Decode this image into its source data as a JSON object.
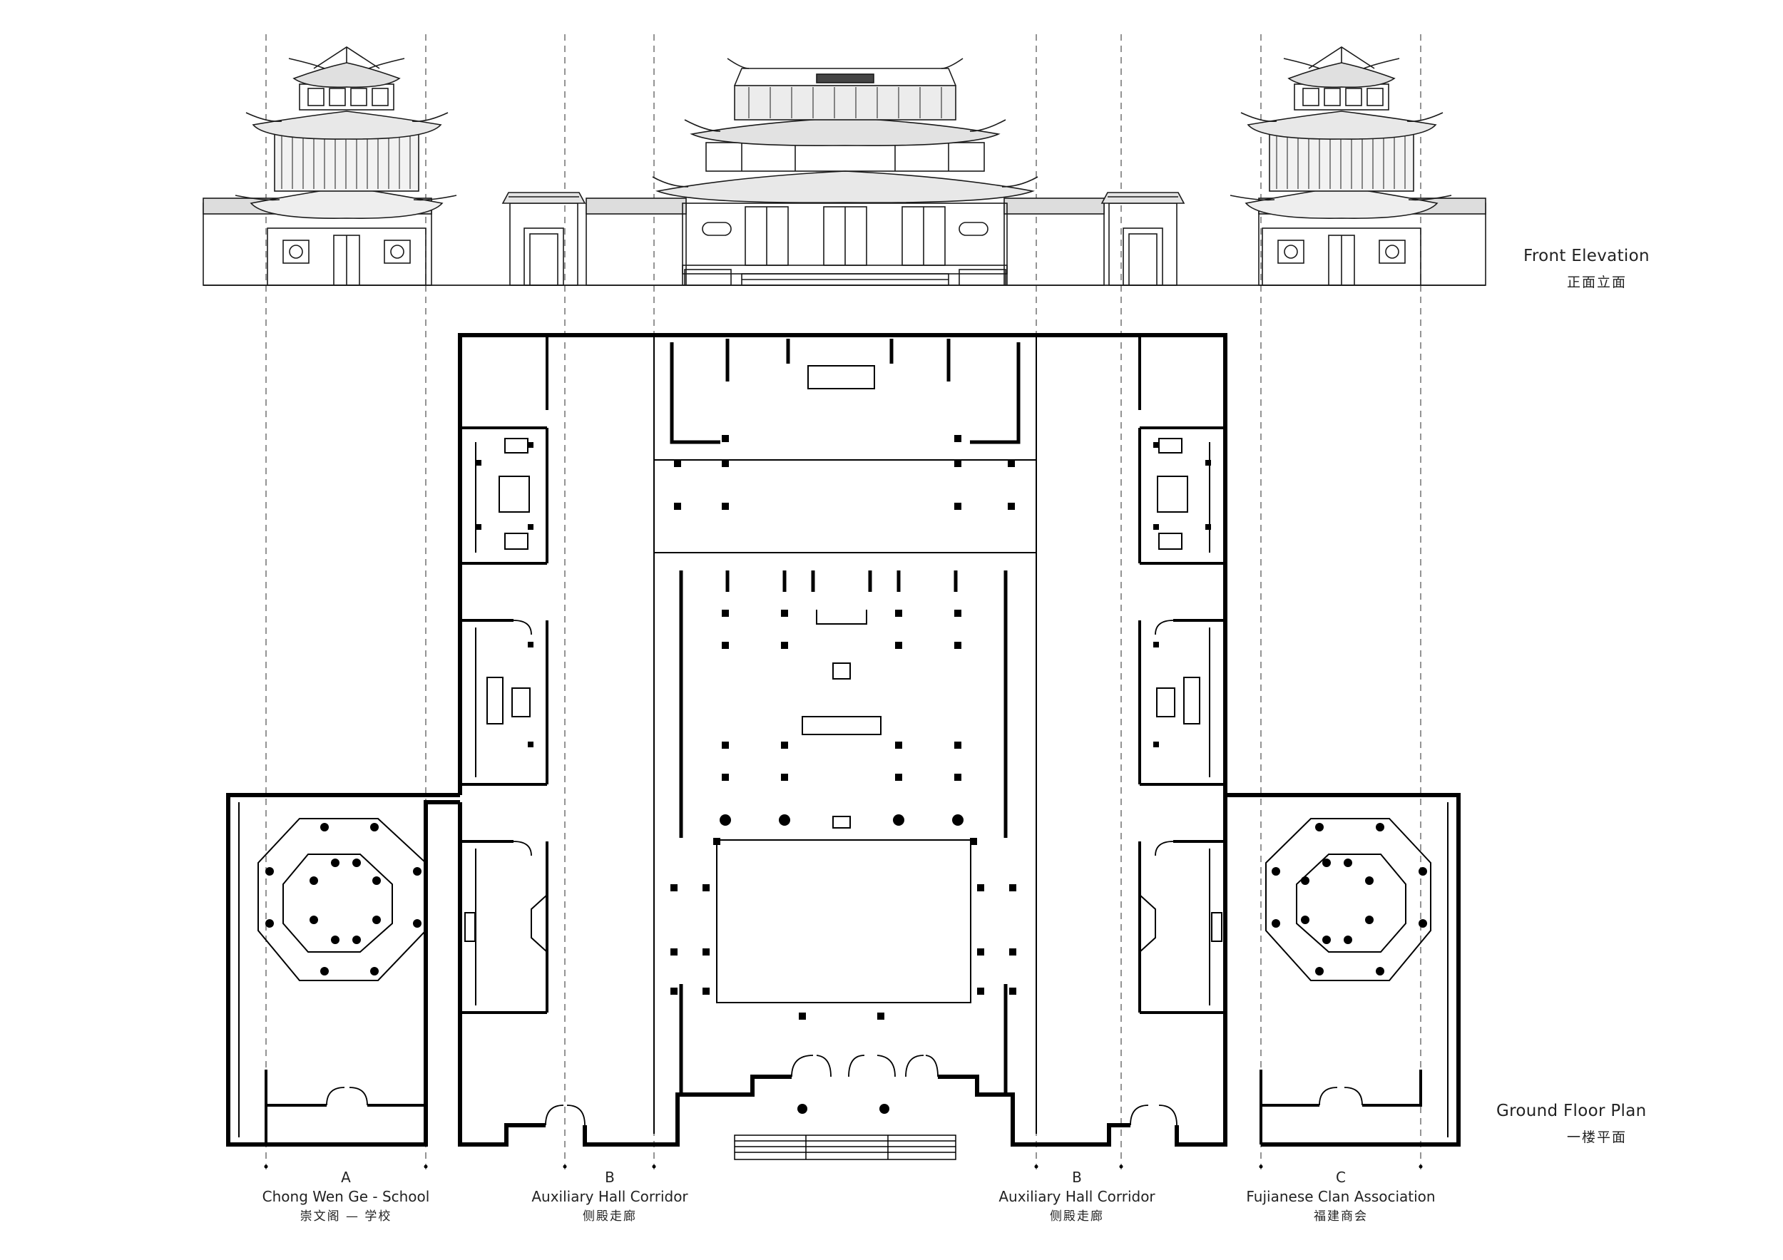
{
  "titles": {
    "elevation_en": "Front Elevation",
    "elevation_zh": "正面立面",
    "plan_en": "Ground Floor Plan",
    "plan_zh": "一楼平面"
  },
  "zones": [
    {
      "letter": "A",
      "name_en": "Chong Wen Ge - School",
      "name_zh": "崇文阁 — 学校"
    },
    {
      "letter": "B",
      "name_en": "Auxiliary Hall Corridor",
      "name_zh": "侧殿走廊"
    },
    {
      "letter": "B",
      "name_en": "Auxiliary Hall Corridor",
      "name_zh": "侧殿走廊"
    },
    {
      "letter": "C",
      "name_en": "Fujianese Clan Association",
      "name_zh": "福建商会"
    }
  ],
  "colors": {
    "line": "#1a1a1a",
    "paper": "#ffffff"
  }
}
